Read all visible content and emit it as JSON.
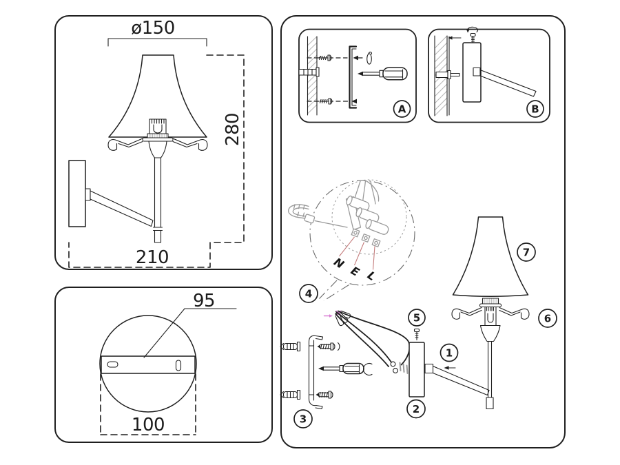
{
  "sheet": {
    "side_view": {
      "dim_diameter": "ø150",
      "dim_height": "280",
      "dim_width": "210"
    },
    "back_view": {
      "dim_hole_spacing": "95",
      "dim_plate_width": "100"
    },
    "steps": {
      "a": "A",
      "b": "B"
    },
    "parts": {
      "1": "1",
      "2": "2",
      "3": "3",
      "4": "4",
      "5": "5",
      "6": "6",
      "7": "7"
    },
    "wiring": {
      "neutral": "N",
      "earth": "E",
      "live": "L"
    },
    "colors": {
      "line": "#1f1f1f",
      "gray_part": "#9a9a9a",
      "hatch": "#b5b5b5",
      "wire_leader_red": "#c47c7c",
      "accent_pink": "#d97fd4",
      "background": "#ffffff"
    }
  }
}
